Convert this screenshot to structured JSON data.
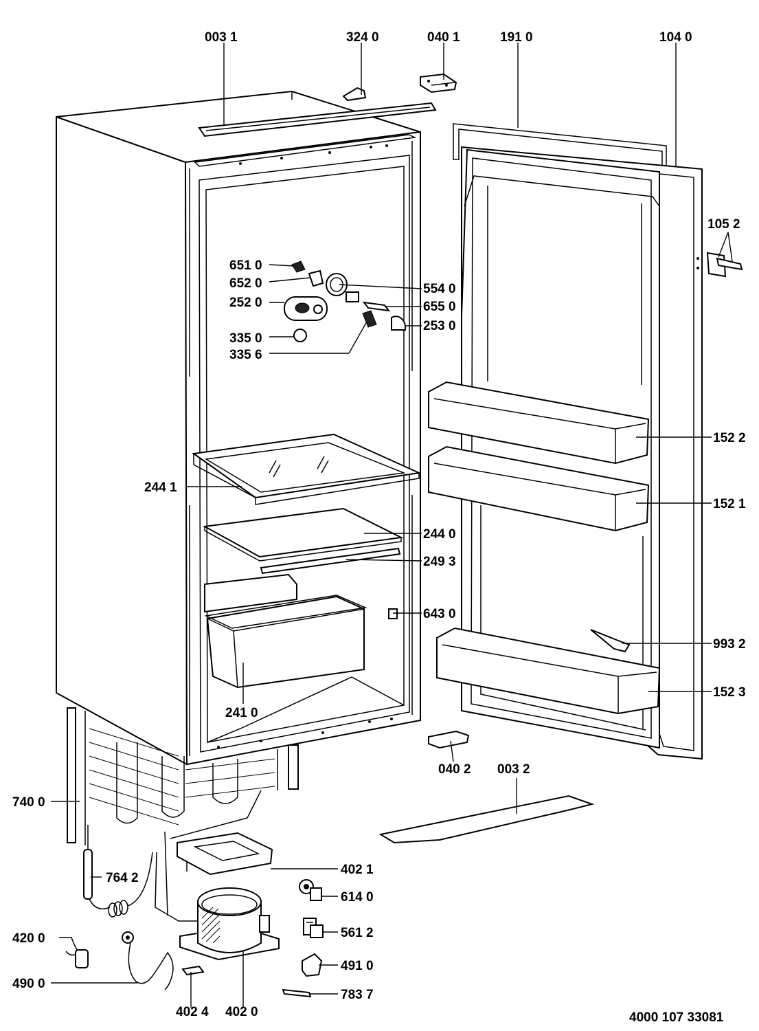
{
  "labels": {
    "l_0031": "003 1",
    "l_3240": "324 0",
    "l_0401": "040 1",
    "l_1910": "191 0",
    "l_1040": "104 0",
    "l_1052": "105 2",
    "l_6510": "651 0",
    "l_6520": "652 0",
    "l_2520": "252 0",
    "l_3350": "335 0",
    "l_3356": "335 6",
    "l_5540": "554 0",
    "l_6550": "655 0",
    "l_2530": "253 0",
    "l_1522": "152 2",
    "l_1521": "152 1",
    "l_2441": "244 1",
    "l_2440": "244 0",
    "l_2493": "249 3",
    "l_6430": "643 0",
    "l_9932": "993 2",
    "l_1523": "152 3",
    "l_2410": "241 0",
    "l_0402": "040 2",
    "l_0032": "003 2",
    "l_7400": "740 0",
    "l_7642": "764 2",
    "l_4021": "402 1",
    "l_6140": "614 0",
    "l_5612": "561 2",
    "l_4910": "491 0",
    "l_7837": "783 7",
    "l_4200": "420 0",
    "l_4900": "490 0",
    "l_4024": "402 4",
    "l_4020": "402 0"
  },
  "drawing_number": "4000 107 33081"
}
